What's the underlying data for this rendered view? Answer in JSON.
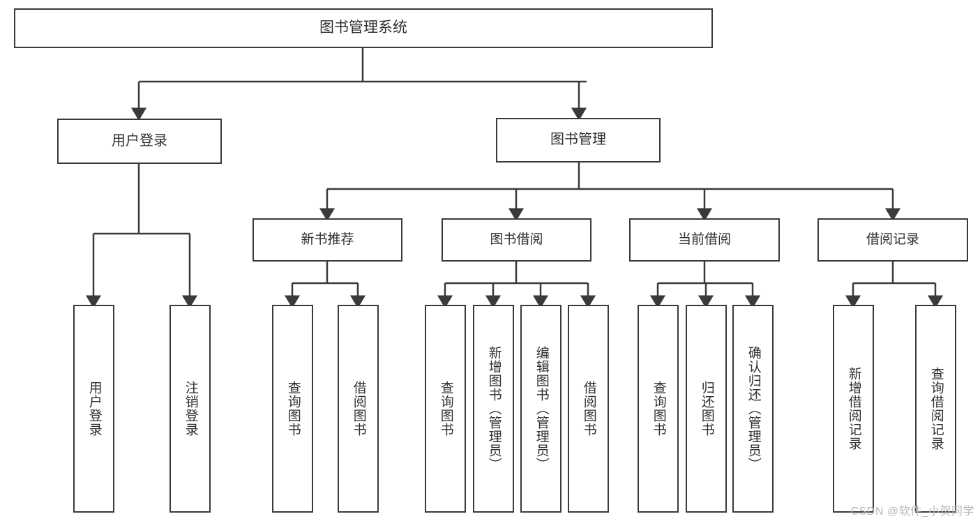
{
  "diagram": {
    "title": "图书管理系统",
    "watermark": "CSDN @软件_小贺同学",
    "colors": {
      "stroke": "#3a3a3a",
      "text": "#2f2f2f",
      "background": "#ffffff",
      "watermark": "#b9b9b9"
    },
    "root": {
      "label": "图书管理系统"
    },
    "level1": [
      {
        "label": "用户登录"
      },
      {
        "label": "图书管理"
      }
    ],
    "level2": [
      {
        "label": "新书推荐"
      },
      {
        "label": "图书借阅"
      },
      {
        "label": "当前借阅"
      },
      {
        "label": "借阅记录"
      }
    ],
    "leaves": {
      "user_login": [
        {
          "label": "用户登录"
        },
        {
          "label": "注销登录"
        }
      ],
      "new_book": [
        {
          "label": "查询图书"
        },
        {
          "label": "借阅图书"
        }
      ],
      "borrow_book": [
        {
          "label": "查询图书"
        },
        {
          "label": "新增图书（管理员）"
        },
        {
          "label": "编辑图书（管理员）"
        },
        {
          "label": "借阅图书"
        }
      ],
      "current_borrow": [
        {
          "label": "查询图书"
        },
        {
          "label": "归还图书"
        },
        {
          "label": "确认归还（管理员）"
        }
      ],
      "borrow_record": [
        {
          "label": "新增借阅记录"
        },
        {
          "label": "查询借阅记录"
        }
      ]
    }
  }
}
